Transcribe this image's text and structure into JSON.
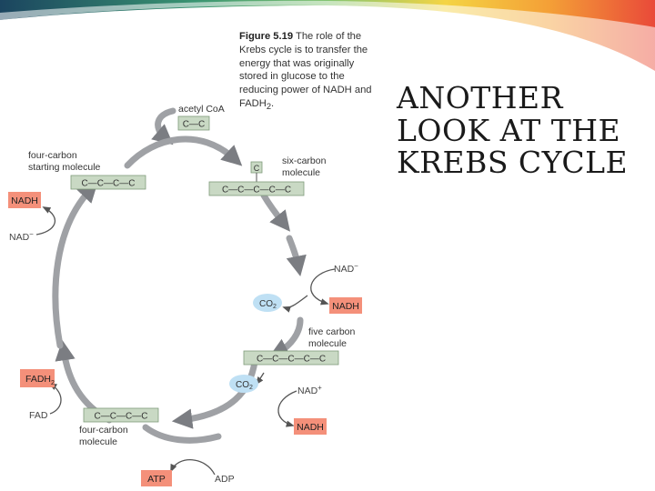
{
  "slide": {
    "title": "ANOTHER LOOK AT THE KREBS CYCLE"
  },
  "figure": {
    "caption_label": "Figure 5.19",
    "caption_text": "The role of the Krebs cycle is to transfer the energy that was originally stored in glucose to the reducing power of NADH and FADH",
    "caption_sub": "2",
    "caption_end": ".",
    "labels": {
      "acetyl": "acetyl CoA",
      "four_start_1": "four-carbon",
      "four_start_2": "starting molecule",
      "six_1": "six-carbon",
      "six_2": "molecule",
      "five_1": "five carbon",
      "five_2": "molecule",
      "four_end_1": "four-carbon",
      "four_end_2": "molecule"
    },
    "chains": {
      "acetyl": "C—C",
      "four_start": "C—C—C—C",
      "six_top": "C",
      "six_main": "C—C—C—C—C",
      "five": "C—C—C—C—C",
      "four_end": "C—C—C—C"
    },
    "molecules": {
      "nadh_1": "NADH",
      "nad_1": "NAD",
      "nad_1_sup": "−",
      "nad_2": "NAD",
      "nad_2_sup": "−",
      "nadh_2": "NADH",
      "co2_1": "CO",
      "co2_1_sub": "2",
      "co2_2": "CO",
      "co2_2_sub": "2",
      "nad_3": "NAD",
      "nad_3_sup": "+",
      "nadh_3": "NADH",
      "fadh": "FADH",
      "fadh_sub": "2",
      "fad": "FAD",
      "atp": "ATP",
      "adp": "ADP"
    },
    "colors": {
      "carbon_fill": "#c9d9c4",
      "carbon_stroke": "#7f9c7a",
      "nadh_fill": "#f4907a",
      "co2_fill": "#bfe0f4",
      "arrow": "#9fa1a5",
      "arrow_dark": "#7b7d82",
      "thin": "#555555"
    }
  },
  "decor": {
    "accent_colors": [
      "#0f3b57",
      "#2f8f6a",
      "#7cc26a",
      "#f4d23a",
      "#f39a2c",
      "#e8402f"
    ]
  }
}
